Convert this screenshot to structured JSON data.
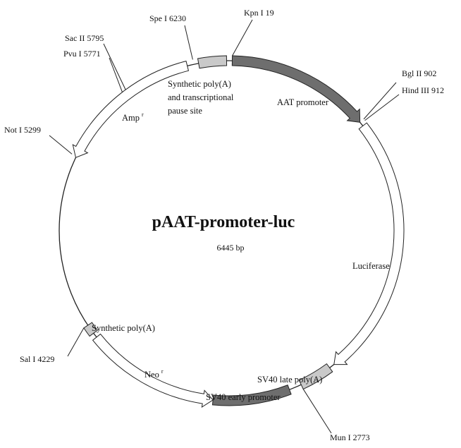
{
  "plasmid": {
    "name": "pAAT-promoter-luc",
    "size_label": "6445 bp",
    "total_bp": 6445,
    "colors": {
      "dark": "#6e6e6e",
      "light": "#c9c9c9",
      "white": "#ffffff",
      "stroke": "#222222"
    }
  },
  "sites": [
    {
      "label": "Kpn I 19",
      "bp": 19
    },
    {
      "label": "Bgl II 902",
      "bp": 902
    },
    {
      "label": "Hind III 912",
      "bp": 912
    },
    {
      "label": "Mun I 2773",
      "bp": 2773
    },
    {
      "label": "Sal I 4229",
      "bp": 4229
    },
    {
      "label": "Not I 5299",
      "bp": 5299
    },
    {
      "label": "Pvu I 5771",
      "bp": 5771
    },
    {
      "label": "Sac II 5795",
      "bp": 5795
    },
    {
      "label": "Spe I 6230",
      "bp": 6230
    }
  ],
  "features": [
    {
      "label": "AAT promoter",
      "start": 19,
      "end": 902,
      "style": "dark",
      "arrow": "cw"
    },
    {
      "label": "Luciferase",
      "start": 930,
      "end": 2540,
      "style": "white",
      "arrow": "cw"
    },
    {
      "label": "SV40 late poly(A)",
      "start": 2573,
      "end": 2773,
      "style": "light",
      "arrow": "none"
    },
    {
      "label": "SV40 early promoter",
      "start": 2850,
      "end": 3320,
      "style": "dark",
      "arrow": "none"
    },
    {
      "label": "Neo",
      "start": 3320,
      "end": 4140,
      "style": "white",
      "arrow": "ccw",
      "sup": "r"
    },
    {
      "label": "Synthetic poly(A)",
      "start": 4170,
      "end": 4229,
      "style": "light",
      "arrow": "none"
    },
    {
      "label": "Amp",
      "start": 5290,
      "end": 6190,
      "style": "white",
      "arrow": "ccw",
      "sup": "r"
    },
    {
      "label": "Synthetic poly(A) and transcriptional pause site",
      "lines": [
        "Synthetic poly(A)",
        "and transcriptional",
        "pause site"
      ],
      "start": 6260,
      "end": 6430,
      "style": "light",
      "arrow": "none"
    }
  ]
}
